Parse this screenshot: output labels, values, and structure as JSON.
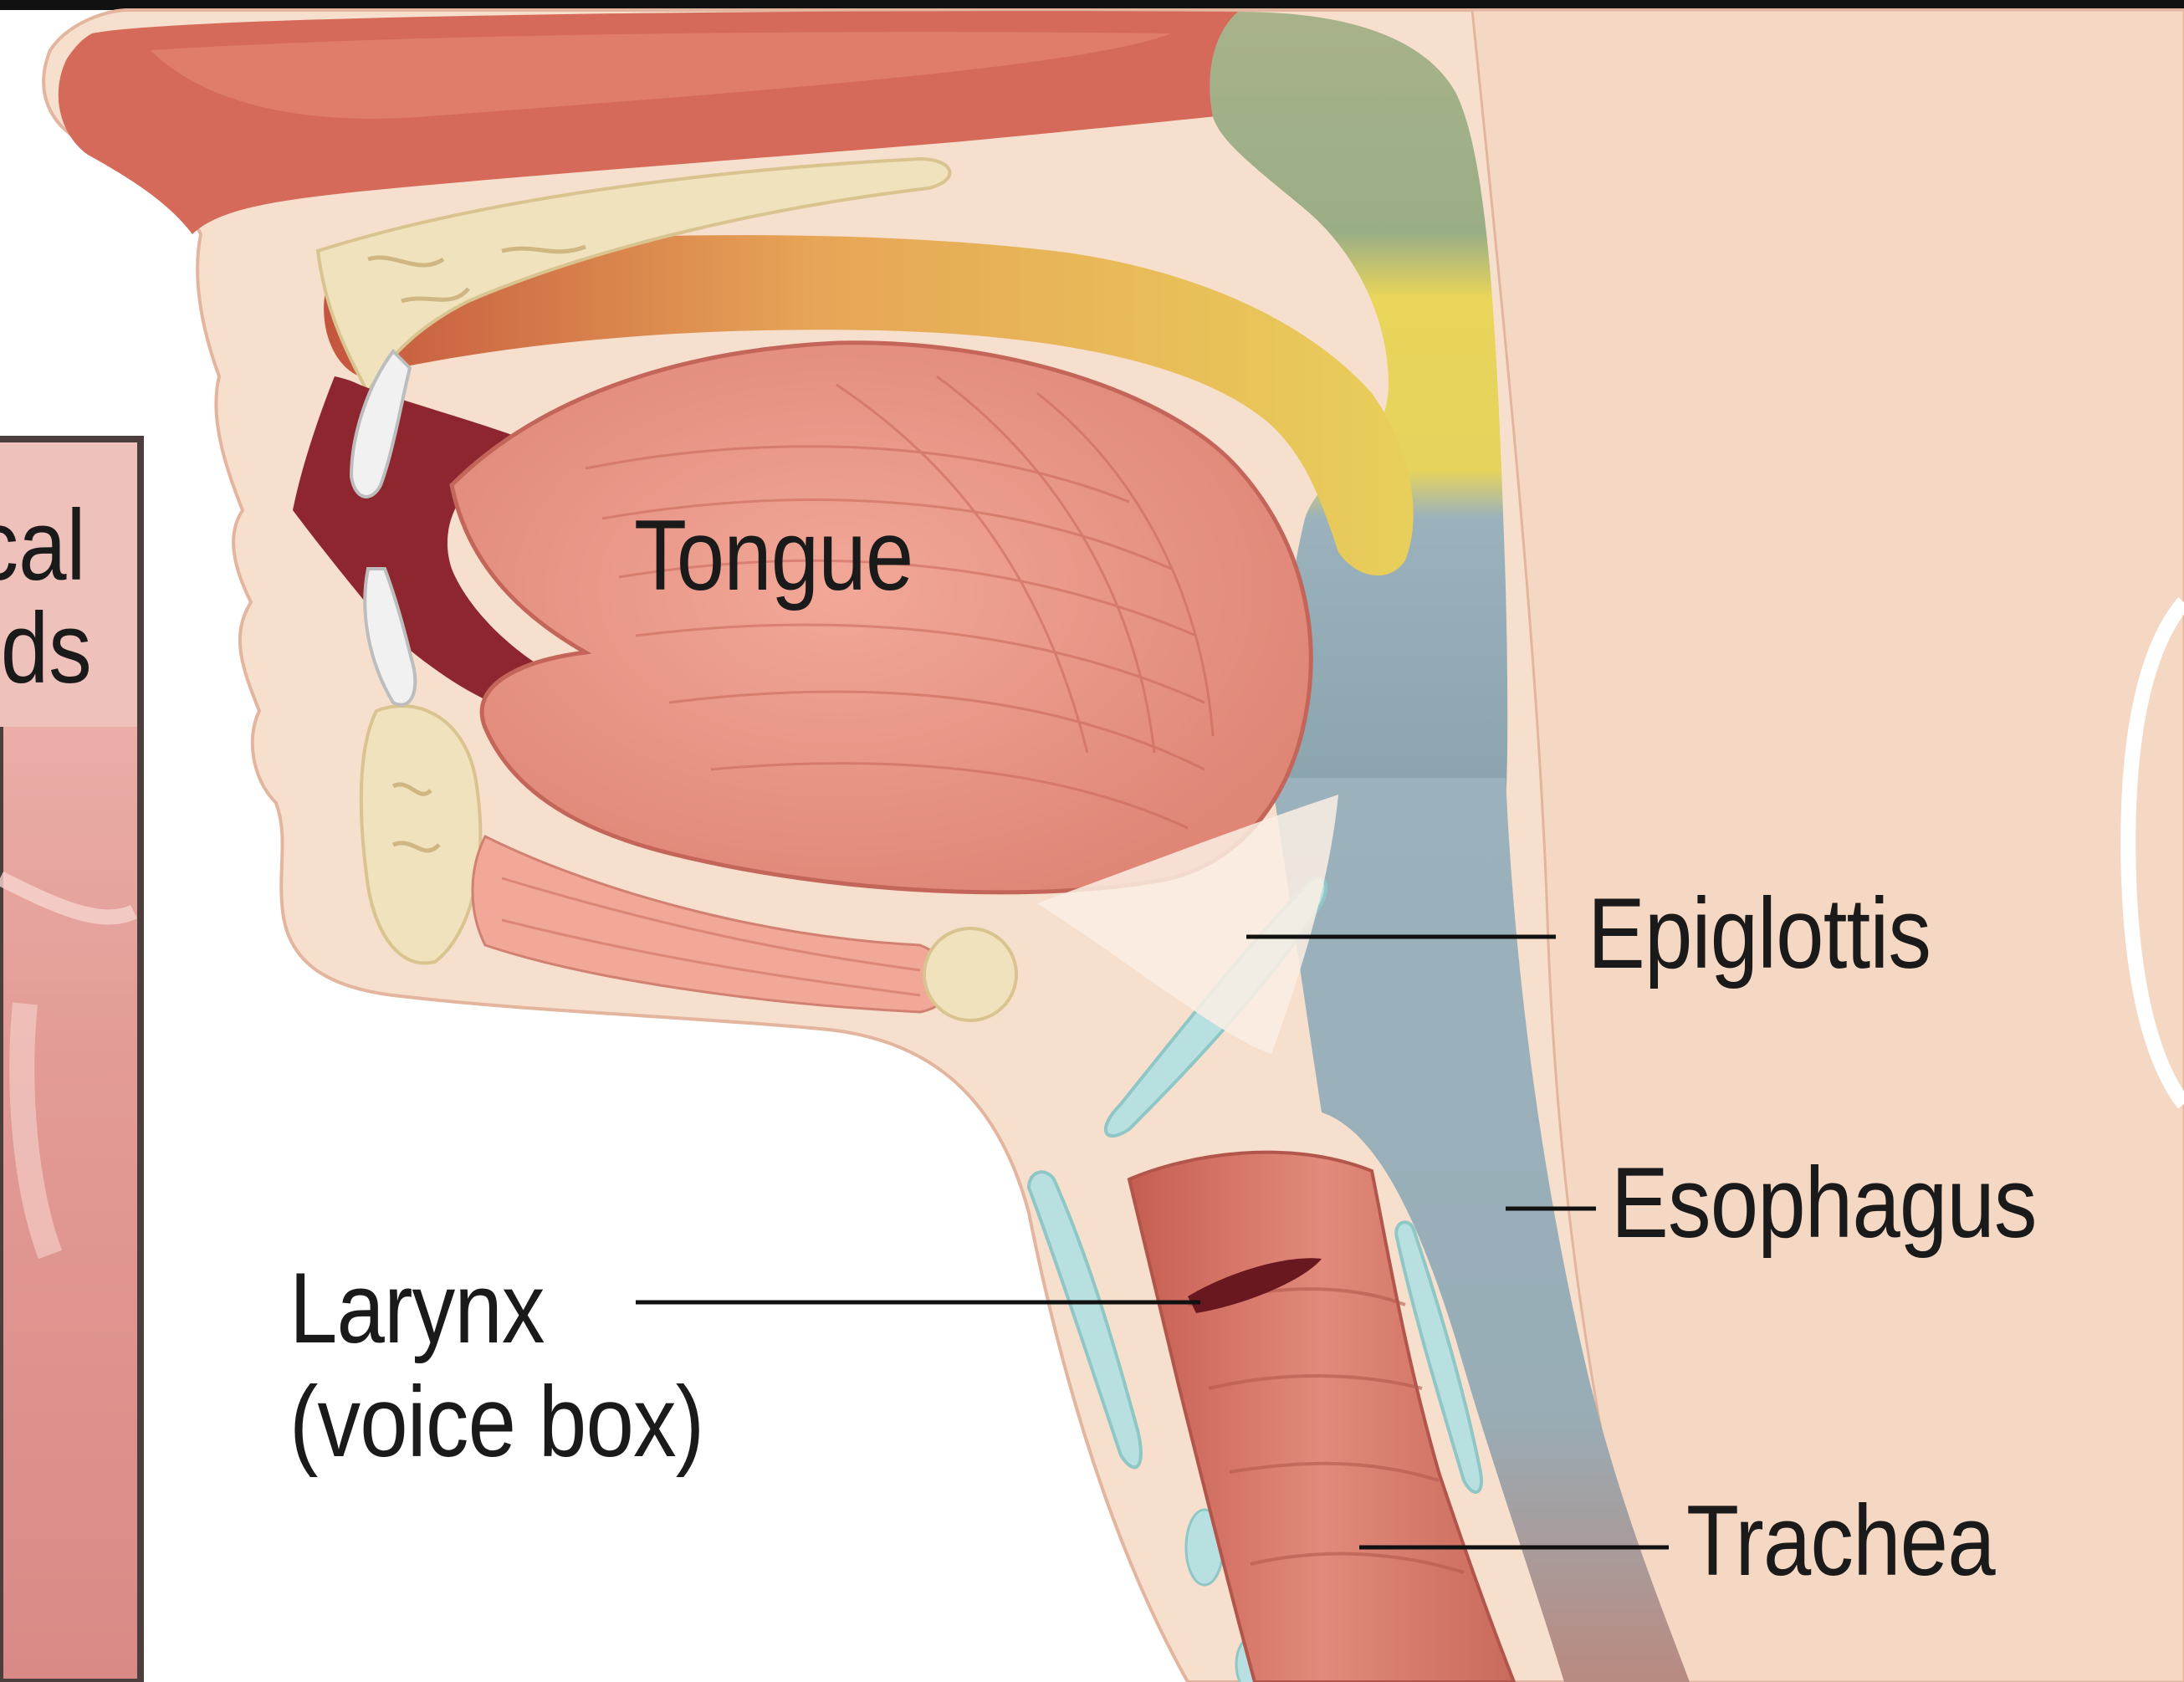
{
  "labels": {
    "tongue": "Tongue",
    "epiglottis": "Epiglottis",
    "esophagus": "Esophagus",
    "larynx_line1": "Larynx",
    "larynx_line2": "(voice box)",
    "trachea": "Trachea",
    "inset_line1": "cal",
    "inset_line2": "ds"
  },
  "colors": {
    "skin": "#f7dfcd",
    "skin_outline": "#e3b59e",
    "nasal": "#d56a5a",
    "tongue": "#ec9a8d",
    "tongue_dark": "#c4655a",
    "mouth_dark": "#8e2630",
    "bone": "#efe2bd",
    "pharynx_green": "#9aae86",
    "pharynx_yellow": "#e8d55a",
    "esophagus_blue": "#9bb2bd",
    "cartilage": "#b9e0e0",
    "trachea": "#d9796a",
    "inset_pink": "#e7a3a0",
    "leader": "#111111"
  },
  "icons": [
    "head-neck-cross-section"
  ]
}
